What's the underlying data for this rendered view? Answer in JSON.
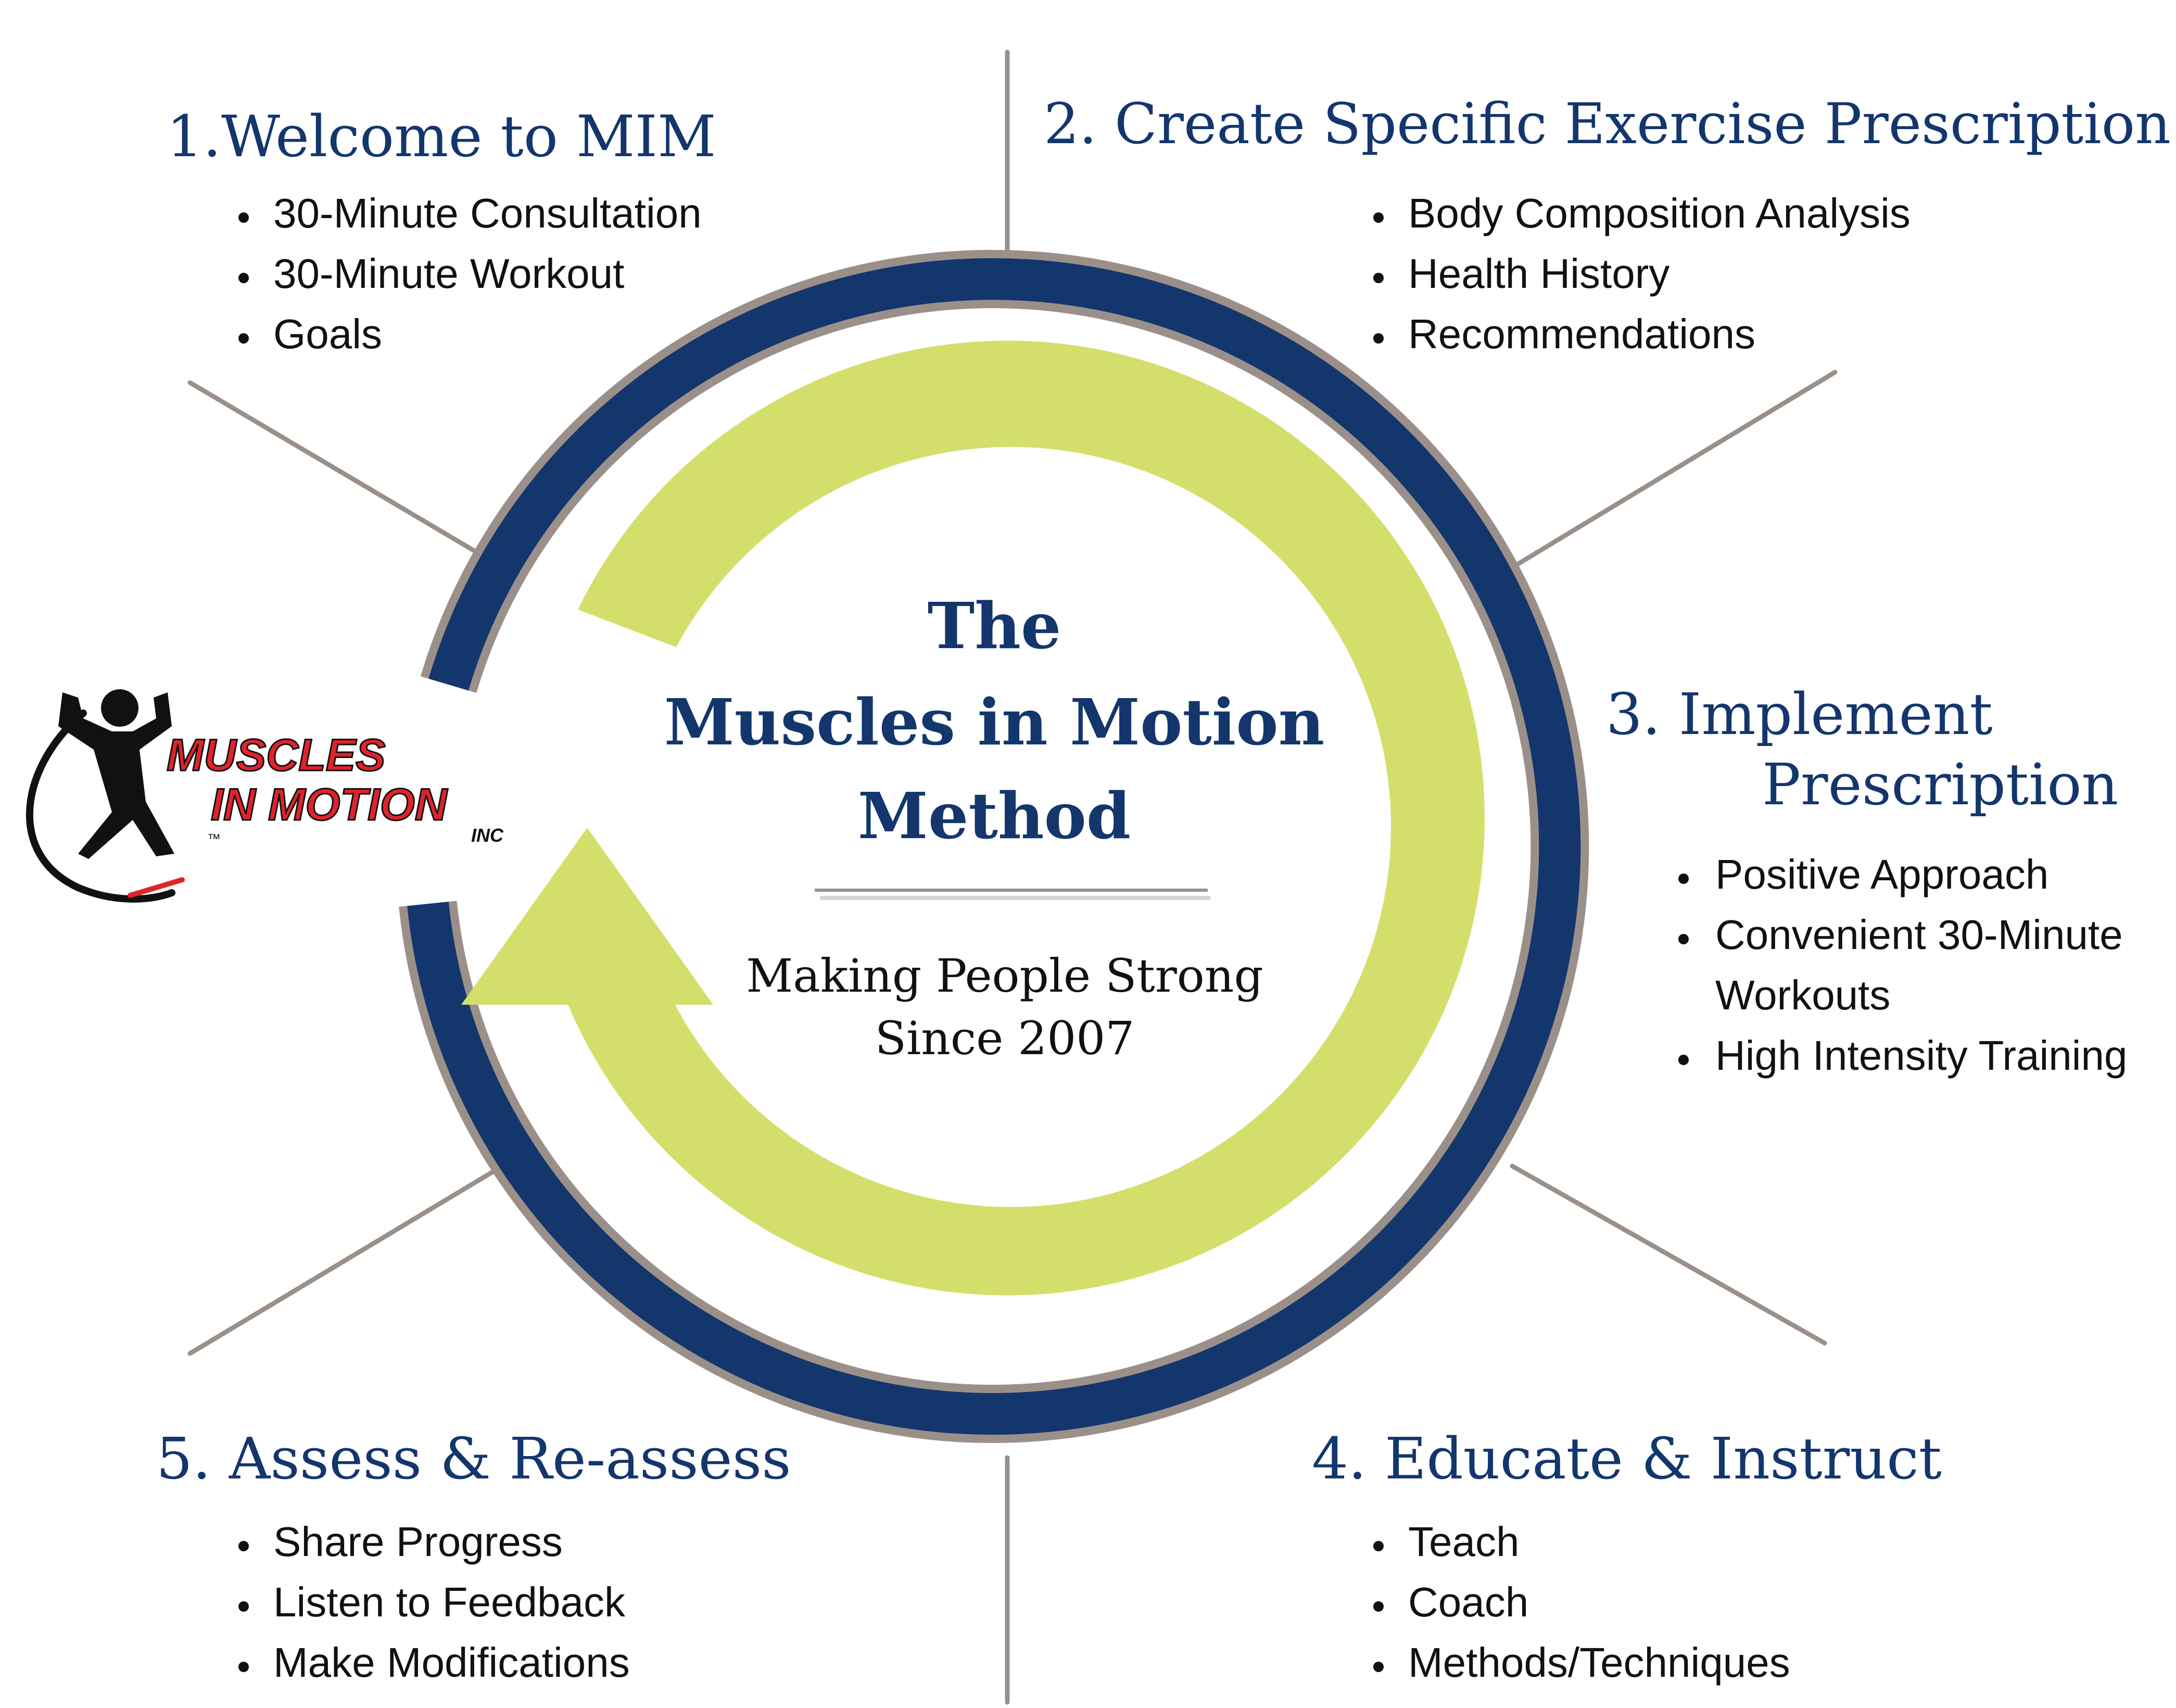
{
  "center": {
    "title_line1": "The",
    "title_line2": "Muscles in Motion",
    "title_line3": "Method",
    "tagline_line1": "Making People Strong",
    "tagline_line2": "Since 2007"
  },
  "logo": {
    "line1": "MUSCLES",
    "line2": "IN MOTION",
    "inc": "INC",
    "tm": "™"
  },
  "steps": [
    {
      "title": "1.Welcome to MIM",
      "bullets": [
        "30-Minute Consultation",
        "30-Minute Workout",
        "Goals"
      ]
    },
    {
      "title": "2. Create Specific Exercise Prescription",
      "bullets": [
        "Body Composition Analysis",
        "Health History",
        "Recommendations"
      ]
    },
    {
      "title_line1": "3. Implement",
      "title_line2": "Prescription",
      "bullets": [
        "Positive Approach",
        "Convenient 30-Minute",
        "Workouts",
        "High Intensity Training"
      ]
    },
    {
      "title": "4. Educate & Instruct",
      "bullets": [
        "Teach",
        "Coach",
        "Methods/Techniques"
      ]
    },
    {
      "title": "5. Assess & Re-assess",
      "bullets": [
        "Share Progress",
        "Listen to Feedback",
        "Make Modifications"
      ]
    }
  ],
  "colors": {
    "navy": "#13366d",
    "lime": "#d3df6a",
    "gray": "#9b9089",
    "logo_red": "#e0232a"
  }
}
